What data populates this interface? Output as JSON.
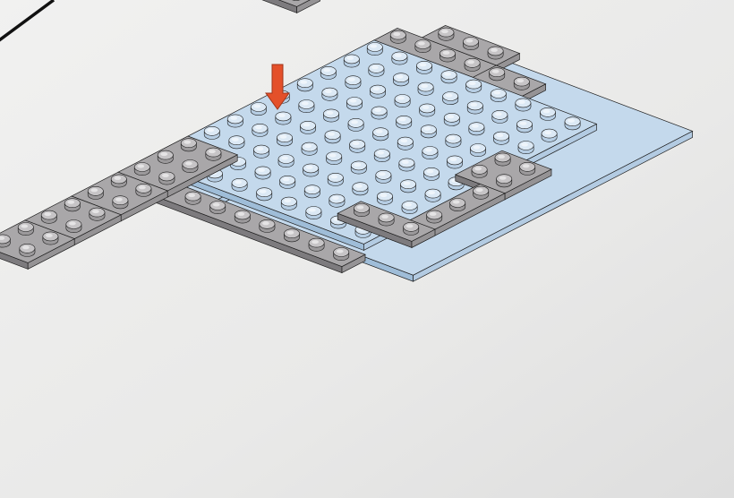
{
  "instruction": {
    "type": "building-step-illustration",
    "action": "place-plate",
    "arrow_direction": "down"
  },
  "colors": {
    "background": "#ebebea",
    "plate_blue": "#c4d9ec",
    "plate_blue_shade": "#9fbdd8",
    "stud_blue": "#dce9f5",
    "plate_gray": "#a9a7a9",
    "plate_gray_shade": "#7d7b7e",
    "stud_gray": "#c6c4c6",
    "outline": "#1e1e1e",
    "arrow": "#e4502a"
  },
  "icons": {
    "arrow": "arrow-down-icon"
  }
}
